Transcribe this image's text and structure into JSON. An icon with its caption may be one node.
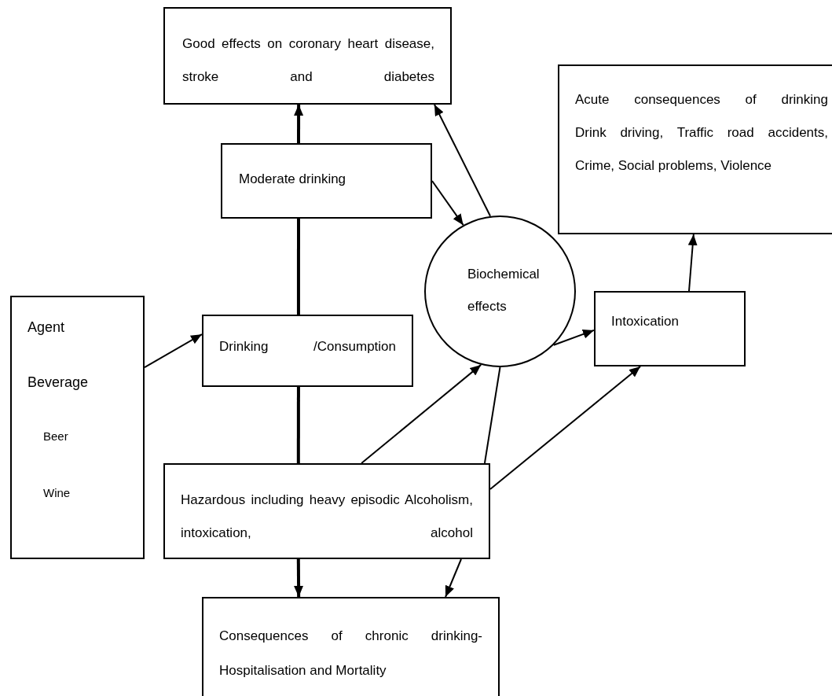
{
  "diagram": {
    "nodes": [
      {
        "text": [
          "Good effects on coronary heart disease, stroke and diabetes"
        ]
      },
      {
        "text": [
          "Acute consequences of drinking",
          "Drink driving, Traffic road accidents, Crime, Social problems, Violence"
        ]
      },
      {
        "text": [
          "Moderate drinking"
        ]
      },
      {
        "text": [
          "Biochemical effects"
        ]
      },
      {
        "text": [
          "Agent",
          "Beverage",
          "Beer",
          "Wine"
        ]
      },
      {
        "text": [
          "Drinking /Consumption"
        ]
      },
      {
        "text": [
          "Intoxication"
        ]
      },
      {
        "text": [
          "Hazardous including heavy episodic Alcoholism, intoxication, alcohol"
        ]
      },
      {
        "text": [
          "Consequences of chronic drinking- Hospitalisation and Mortality"
        ]
      }
    ],
    "edges": [
      {
        "from": 2,
        "to": 0,
        "arrow": "to",
        "style": "thick"
      },
      {
        "from": 3,
        "to": 0,
        "arrow": "to"
      },
      {
        "from": 2,
        "to": 3,
        "arrow": "to"
      },
      {
        "from": 5,
        "to": 2,
        "arrow": "none",
        "style": "thick"
      },
      {
        "from": 4,
        "to": 5,
        "arrow": "to"
      },
      {
        "from": 5,
        "to": 7,
        "arrow": "none",
        "style": "thick"
      },
      {
        "from": 7,
        "to": 3,
        "arrow": "to"
      },
      {
        "from": 7,
        "to": 3,
        "arrow": "none"
      },
      {
        "from": 3,
        "to": 6,
        "arrow": "to"
      },
      {
        "from": 7,
        "to": 6,
        "arrow": "to"
      },
      {
        "from": 6,
        "to": 1,
        "arrow": "to"
      },
      {
        "from": 7,
        "to": 8,
        "arrow": "to",
        "style": "thick"
      },
      {
        "from": 7,
        "to": 8,
        "arrow": "to"
      }
    ]
  }
}
